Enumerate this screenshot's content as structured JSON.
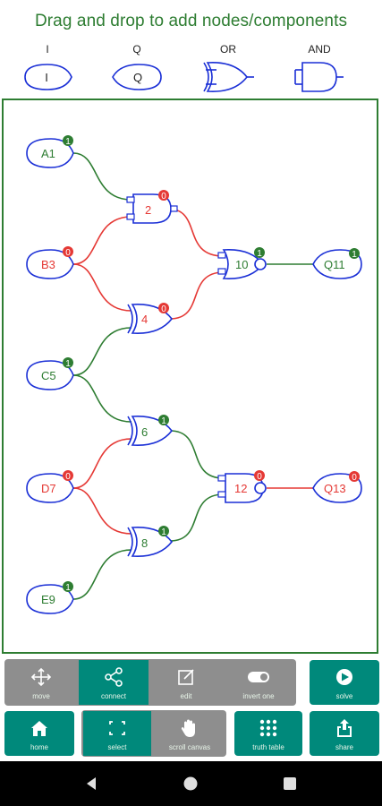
{
  "header": {
    "title": "Drag and drop to add nodes/components"
  },
  "palette": {
    "items": [
      {
        "label": "I",
        "glyph": "I"
      },
      {
        "label": "Q",
        "glyph": "Q"
      },
      {
        "label": "OR",
        "glyph": ""
      },
      {
        "label": "AND",
        "glyph": ""
      }
    ]
  },
  "circuit": {
    "inputs": [
      {
        "name": "A1",
        "state": "1"
      },
      {
        "name": "B3",
        "state": "0"
      },
      {
        "name": "C5",
        "state": "1"
      },
      {
        "name": "D7",
        "state": "0"
      },
      {
        "name": "E9",
        "state": "1"
      }
    ],
    "gates": [
      {
        "id": "2",
        "state": "0"
      },
      {
        "id": "4",
        "state": "0"
      },
      {
        "id": "6",
        "state": "1"
      },
      {
        "id": "8",
        "state": "1"
      },
      {
        "id": "10",
        "state": "1"
      },
      {
        "id": "12",
        "state": "0"
      }
    ],
    "outputs": [
      {
        "name": "Q11",
        "state": "1"
      },
      {
        "name": "Q13",
        "state": "0"
      }
    ]
  },
  "toolbar": {
    "move": "move",
    "connect": "connect",
    "edit": "edit",
    "invert_one": "invert one",
    "solve": "solve",
    "home": "home",
    "select": "select",
    "scroll_canvas": "scroll canvas",
    "truth_table": "truth table",
    "share": "share"
  },
  "colors": {
    "green": "#2e7d32",
    "red": "#e53935",
    "blue": "#1a2fd6",
    "teal": "#00897b"
  }
}
